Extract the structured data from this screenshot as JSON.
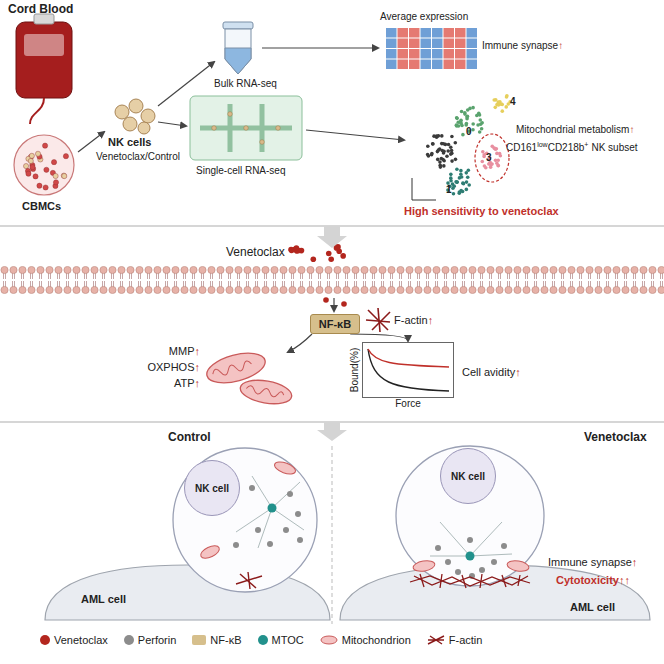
{
  "diagram": {
    "nodes": [
      {
        "text": [
          "NF-κB"
        ]
      },
      {
        "text": [
          "Bound(%)",
          "Force"
        ]
      },
      {
        "text": [
          "NK cell"
        ]
      },
      {
        "text": [
          "AML cell"
        ]
      },
      {
        "text": [
          "NK cell"
        ]
      },
      {
        "text": [
          "AML cell"
        ]
      }
    ],
    "edges": [
      {
        "from": 0,
        "to": 1,
        "arrow": "to"
      }
    ],
    "labels": [
      "Cord Blood",
      "CBMCs",
      "NK cells",
      "Venetoclax/Control",
      "Bulk RNA-seq",
      "Single-cell RNA-seq",
      "Average expression",
      "Immune synapse",
      "↑",
      "0",
      "1",
      "3",
      "4",
      "Mitochondrial metabolism",
      "↑",
      "CD161",
      "low",
      "CD218b",
      "+",
      "NK subset",
      "High sensitivity to venetoclax",
      "Venetoclax",
      "F-actin",
      "↑",
      "MMP",
      "↑",
      "OXPHOS",
      "↑",
      "ATP",
      "↑",
      "Cell avidity",
      "↑",
      "Control",
      "Venetoclax",
      "Immune synapse",
      "↑",
      "Cytotoxicity",
      "↑↑"
    ],
    "legend": [
      {
        "text": "Venetoclax",
        "color": "#b3261e"
      },
      {
        "text": "Perforin",
        "color": "#8c8c8c"
      },
      {
        "text": "NF-κB",
        "color": "#d6bf8c"
      },
      {
        "text": "MTOC",
        "color": "#22918c"
      },
      {
        "text": "Mitochondrion"
      },
      {
        "text": "F-actin"
      }
    ]
  }
}
